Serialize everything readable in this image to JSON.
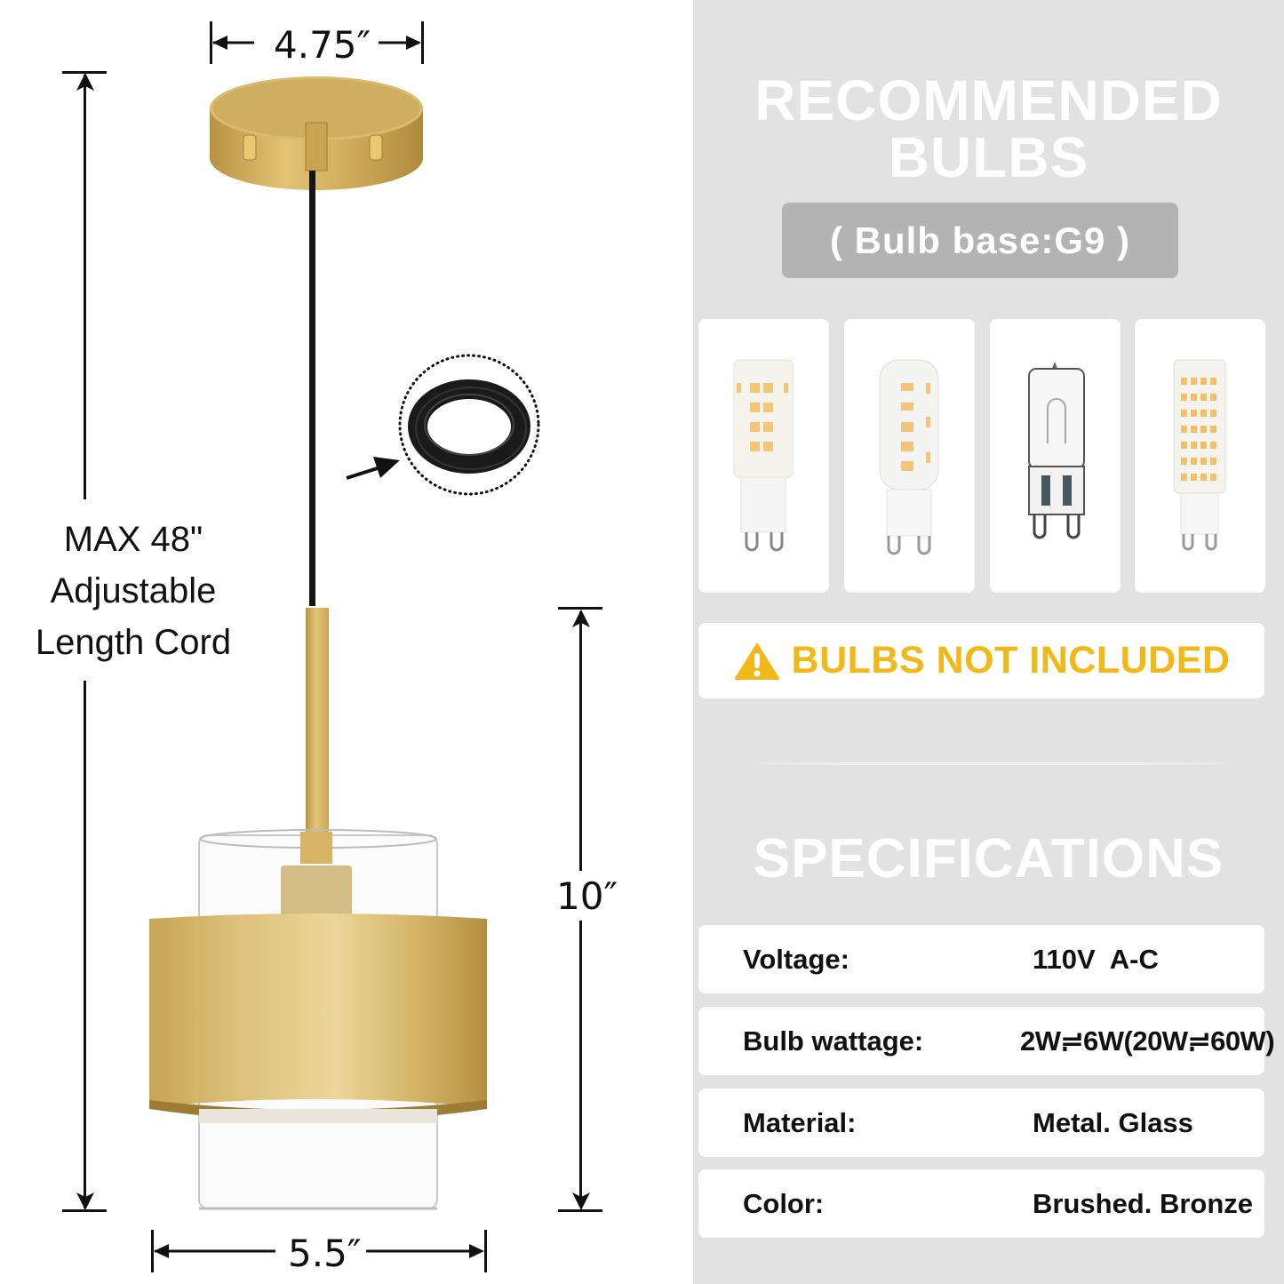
{
  "diagram": {
    "canopy_width": "4.75″",
    "cord_length_lines": [
      "MAX 48\"",
      "Adjustable",
      "Length Cord"
    ],
    "shade_height": "10″",
    "shade_width": "5.5″",
    "colors": {
      "brass": "#d4b25c",
      "brass_dark": "#b8933f",
      "cord": "#111111",
      "dimension_line": "#111111"
    }
  },
  "bulbs_section": {
    "title_line1": "RECOMMENDED",
    "title_line2": "BULBS",
    "base_badge": "( Bulb base:G9 )",
    "bulb_images": [
      {
        "name": "g9-led-ceramic-bulb"
      },
      {
        "name": "g9-led-frosted-bulb"
      },
      {
        "name": "g9-halogen-bulb"
      },
      {
        "name": "g9-led-long-bulb"
      }
    ],
    "warning_icon": "warning-triangle-icon",
    "warning_text": "BULBS NOT INCLUDED",
    "colors": {
      "panel_bg": "#e2e2e2",
      "badge_bg": "#b3b3b3",
      "warning": "#f2b817",
      "title": "#ffffff"
    }
  },
  "specifications": {
    "title": "SPECIFICATIONS",
    "rows": [
      {
        "label": "Voltage:",
        "value": "110V  A-C"
      },
      {
        "label": "Bulb wattage:",
        "value": "2W≓6W(20W≓60W)"
      },
      {
        "label": "Material:",
        "value": "Metal. Glass"
      },
      {
        "label": "Color:",
        "value": "Brushed. Bronze"
      }
    ]
  }
}
